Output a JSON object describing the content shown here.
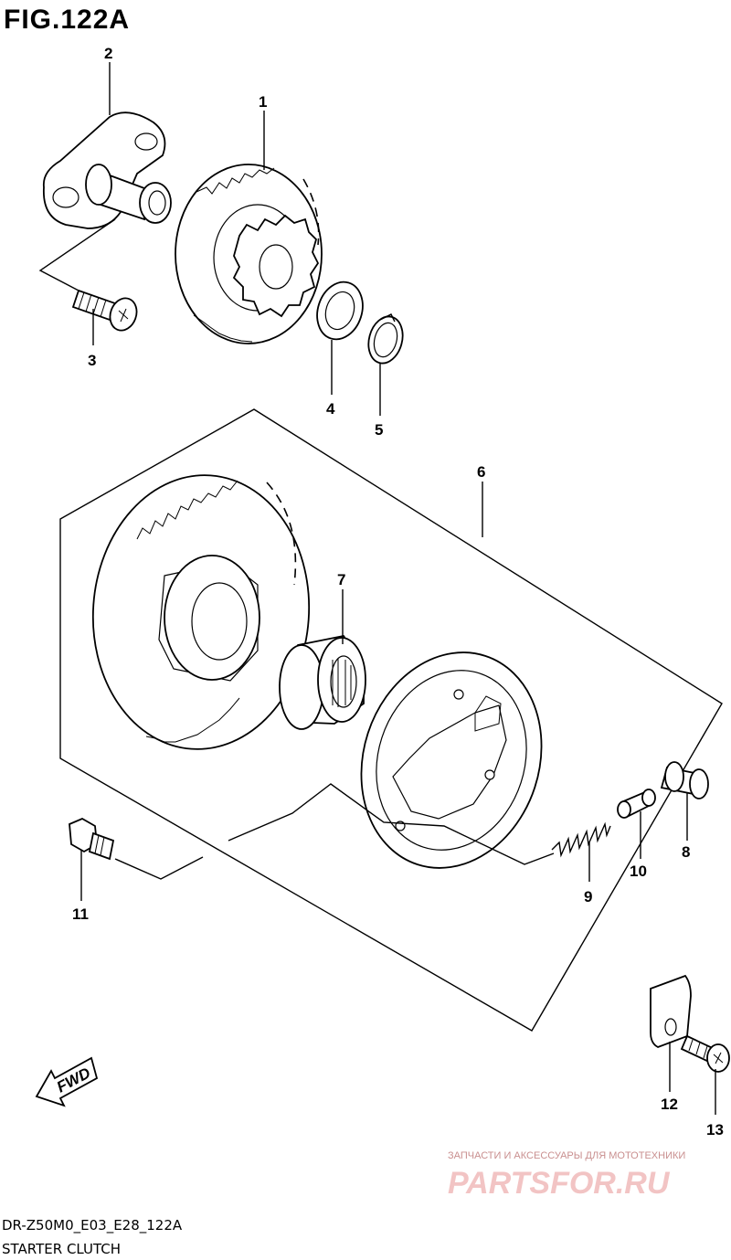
{
  "figure": {
    "title": "FIG.122A",
    "model_code": "DR-Z50M0_E03_E28_122A",
    "caption": "STARTER CLUTCH"
  },
  "callouts": [
    "1",
    "2",
    "3",
    "4",
    "5",
    "6",
    "7",
    "8",
    "9",
    "10",
    "11",
    "12",
    "13"
  ],
  "fwd_label": "FWD",
  "watermark": {
    "subtitle": "ЗАПЧАСТИ И АКСЕССУАРЫ ДЛЯ МОТОТЕХНИКИ",
    "brand": "PARTSFOR.RU",
    "color": "#e8a0a0"
  }
}
